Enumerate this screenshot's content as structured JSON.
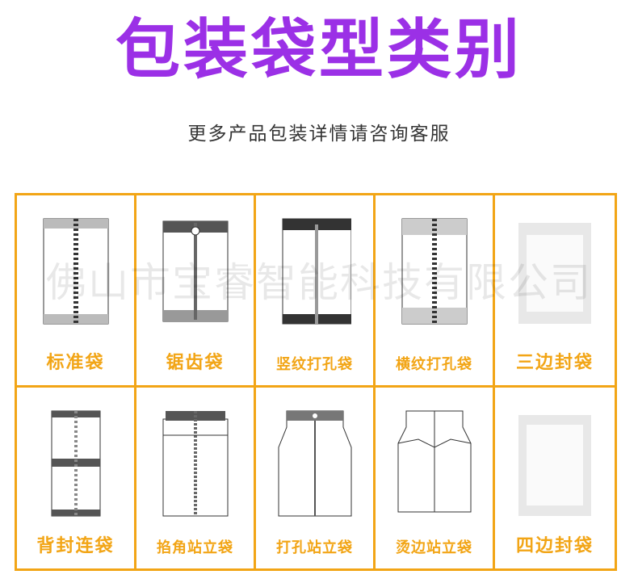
{
  "header": {
    "title": "包装袋型类别",
    "subtitle": "更多产品包装详情请咨询客服"
  },
  "watermark": "佛山市宝睿智能科技有限公司",
  "colors": {
    "title": "#9b30e6",
    "accent": "#f2a516"
  },
  "bag_types": [
    {
      "label": "标准袋"
    },
    {
      "label": "锯齿袋"
    },
    {
      "label": "竖纹打孔袋"
    },
    {
      "label": "横纹打孔袋"
    },
    {
      "label": "三边封袋"
    },
    {
      "label": "背封连袋"
    },
    {
      "label": "掐角站立袋"
    },
    {
      "label": "打孔站立袋"
    },
    {
      "label": "烫边站立袋"
    },
    {
      "label": "四边封袋"
    }
  ]
}
